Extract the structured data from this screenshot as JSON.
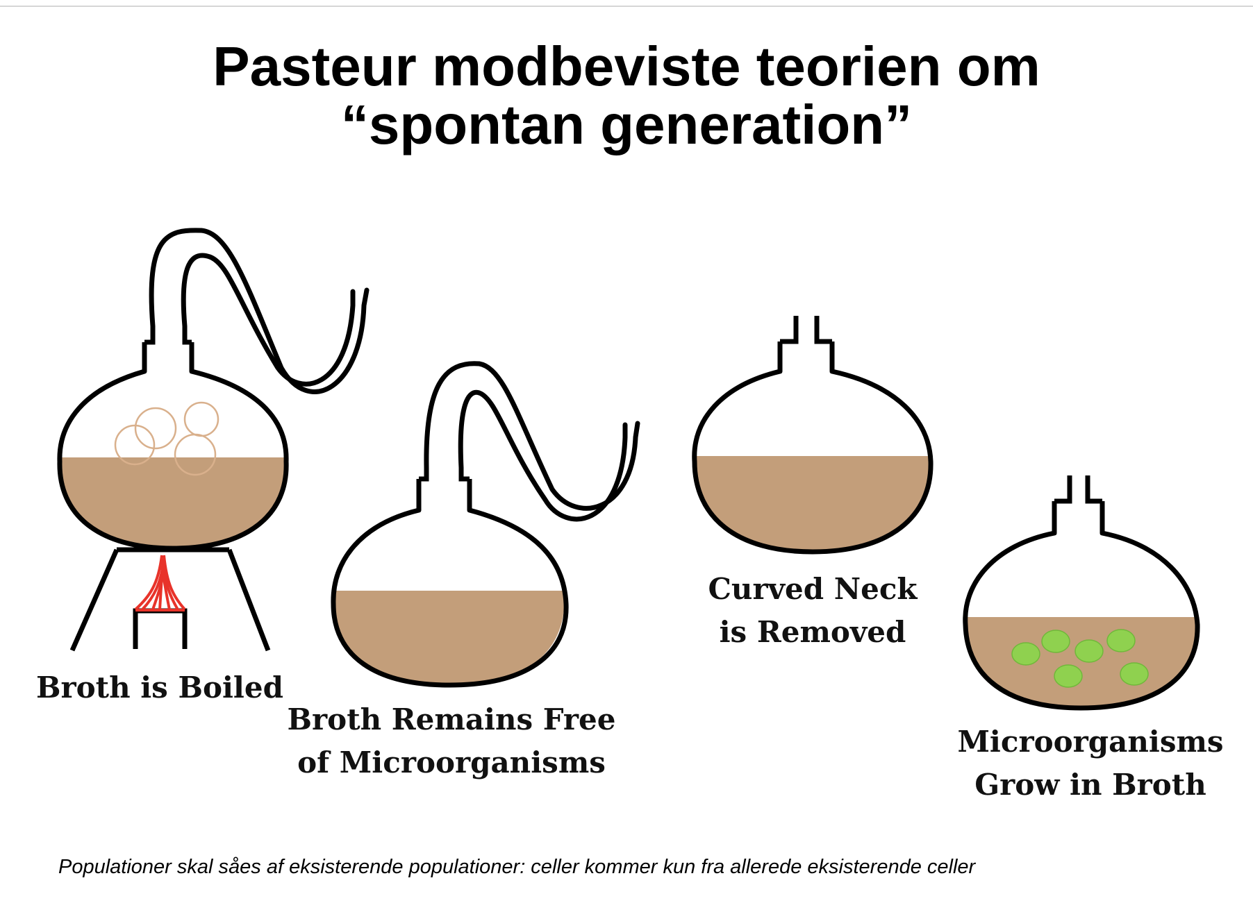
{
  "title": {
    "line1": "Pasteur modbeviste teorien om",
    "line2": "“spontan generation”"
  },
  "stages": [
    {
      "line1": "Broth is Boiled",
      "line2": ""
    },
    {
      "line1": "Broth Remains Free",
      "line2": "of Microorganisms"
    },
    {
      "line1": "Curved Neck",
      "line2": "is Removed"
    },
    {
      "line1": "Microorganisms",
      "line2": "Grow in Broth"
    }
  ],
  "footnote": "Populationer skal såes af eksisterende populationer: celler kommer kun fra allerede eksisterende celler",
  "colors": {
    "broth": "#c39e7a",
    "flame": "#e8332a",
    "bubbles": "#d9b08c",
    "microbes": "#8fd14f",
    "outline": "#000000"
  },
  "icons": [
    "flask-icon",
    "swan-neck-tube-icon",
    "burner-stand-icon",
    "flame-icon",
    "bubble-icon",
    "microorganism-icon"
  ]
}
